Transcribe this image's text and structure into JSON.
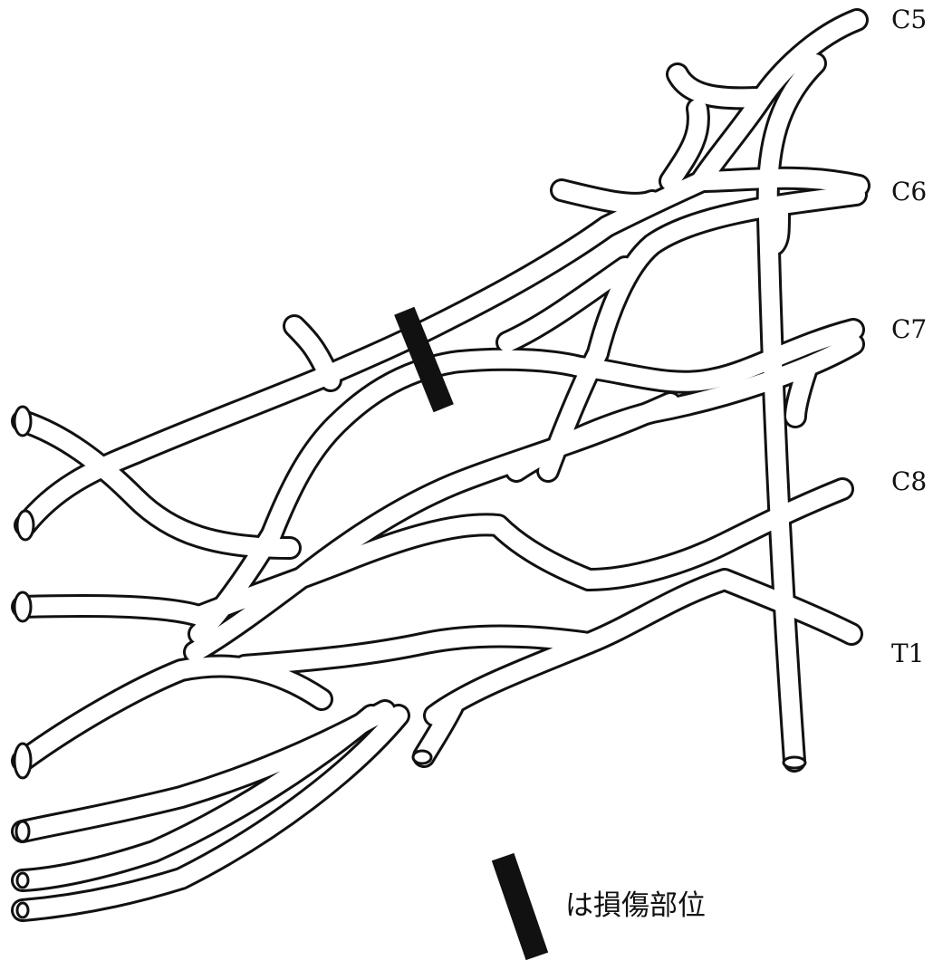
{
  "diagram": {
    "roots": [
      {
        "id": "c5",
        "label": "C5"
      },
      {
        "id": "c6",
        "label": "C6"
      },
      {
        "id": "c7",
        "label": "C7"
      },
      {
        "id": "c8",
        "label": "C8"
      },
      {
        "id": "t1",
        "label": "T1"
      }
    ],
    "legend": {
      "text": "は損傷部位"
    },
    "colors": {
      "line": "#111111",
      "background": "#ffffff",
      "lesion_marker": "#111111"
    }
  }
}
